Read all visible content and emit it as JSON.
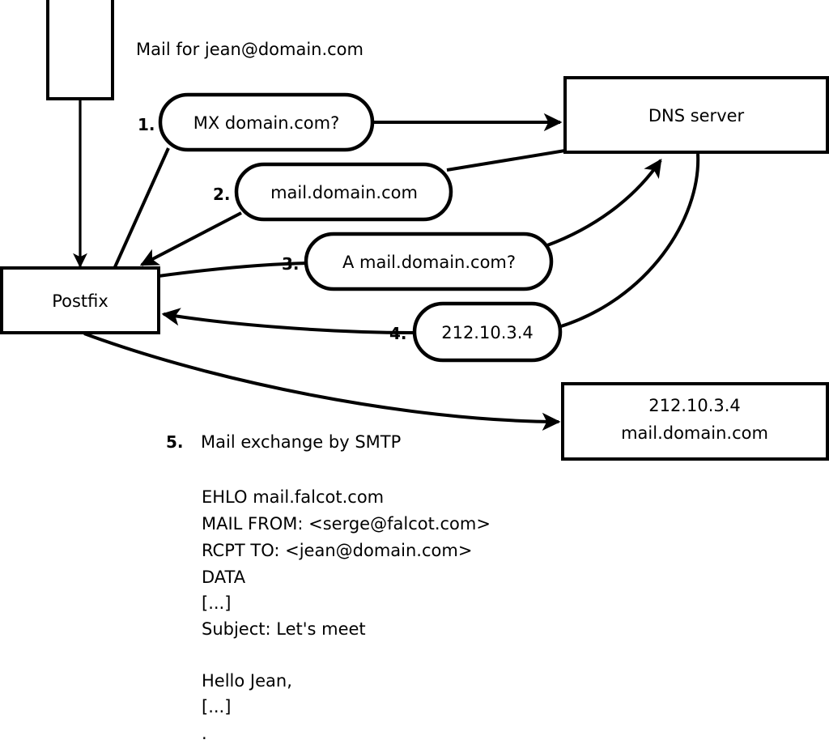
{
  "diagram": {
    "title_note": "Mail for jean@domain.com",
    "nodes": [
      {
        "id": "mail-source",
        "label": ""
      },
      {
        "id": "postfix",
        "label": "Postfix"
      },
      {
        "id": "dns-server",
        "label": "DNS server"
      },
      {
        "id": "mail-server",
        "line1": "212.10.3.4",
        "line2": "mail.domain.com"
      }
    ],
    "steps": [
      {
        "num": "1.",
        "label": "MX domain.com?"
      },
      {
        "num": "2.",
        "label": "mail.domain.com"
      },
      {
        "num": "3.",
        "label": "A mail.domain.com?"
      },
      {
        "num": "4.",
        "label": "212.10.3.4"
      },
      {
        "num": "5.",
        "label": "Mail exchange by SMTP"
      }
    ],
    "transcript": [
      "EHLO mail.falcot.com",
      "MAIL FROM: <serge@falcot.com>",
      "RCPT TO: <jean@domain.com>",
      "DATA",
      "[...]",
      "Subject: Let's meet",
      "",
      "Hello Jean,",
      "[...]",
      "."
    ],
    "colors": {
      "stroke": "#000000",
      "fill": "#ffffff",
      "text": "#000000"
    }
  }
}
